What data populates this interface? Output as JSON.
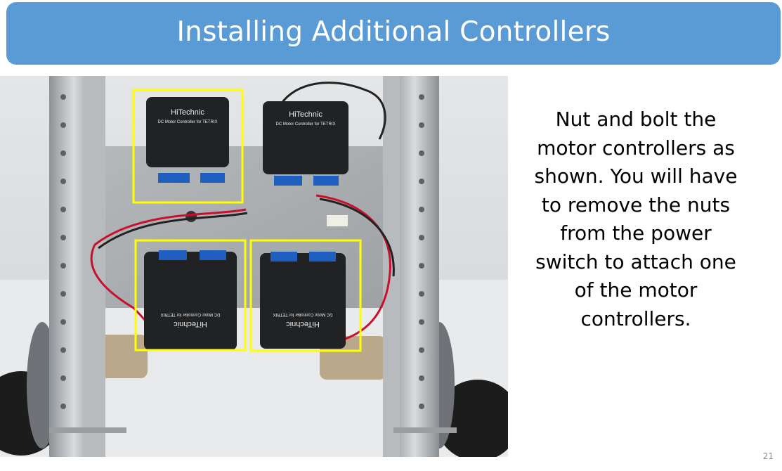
{
  "slide": {
    "title": "Installing Additional Controllers",
    "body": "Nut and bolt the motor controllers as shown. You will have to remove the nuts from the power switch to attach one of the motor controllers.",
    "page_number": "21"
  },
  "photo": {
    "controller_brand": "HiTechnic",
    "controller_subtitle": "DC Motor Controller for TETRIX",
    "highlight_color": "#ffff00"
  },
  "colors": {
    "title_bar": "#5b9bd5",
    "title_text": "#ffffff"
  }
}
